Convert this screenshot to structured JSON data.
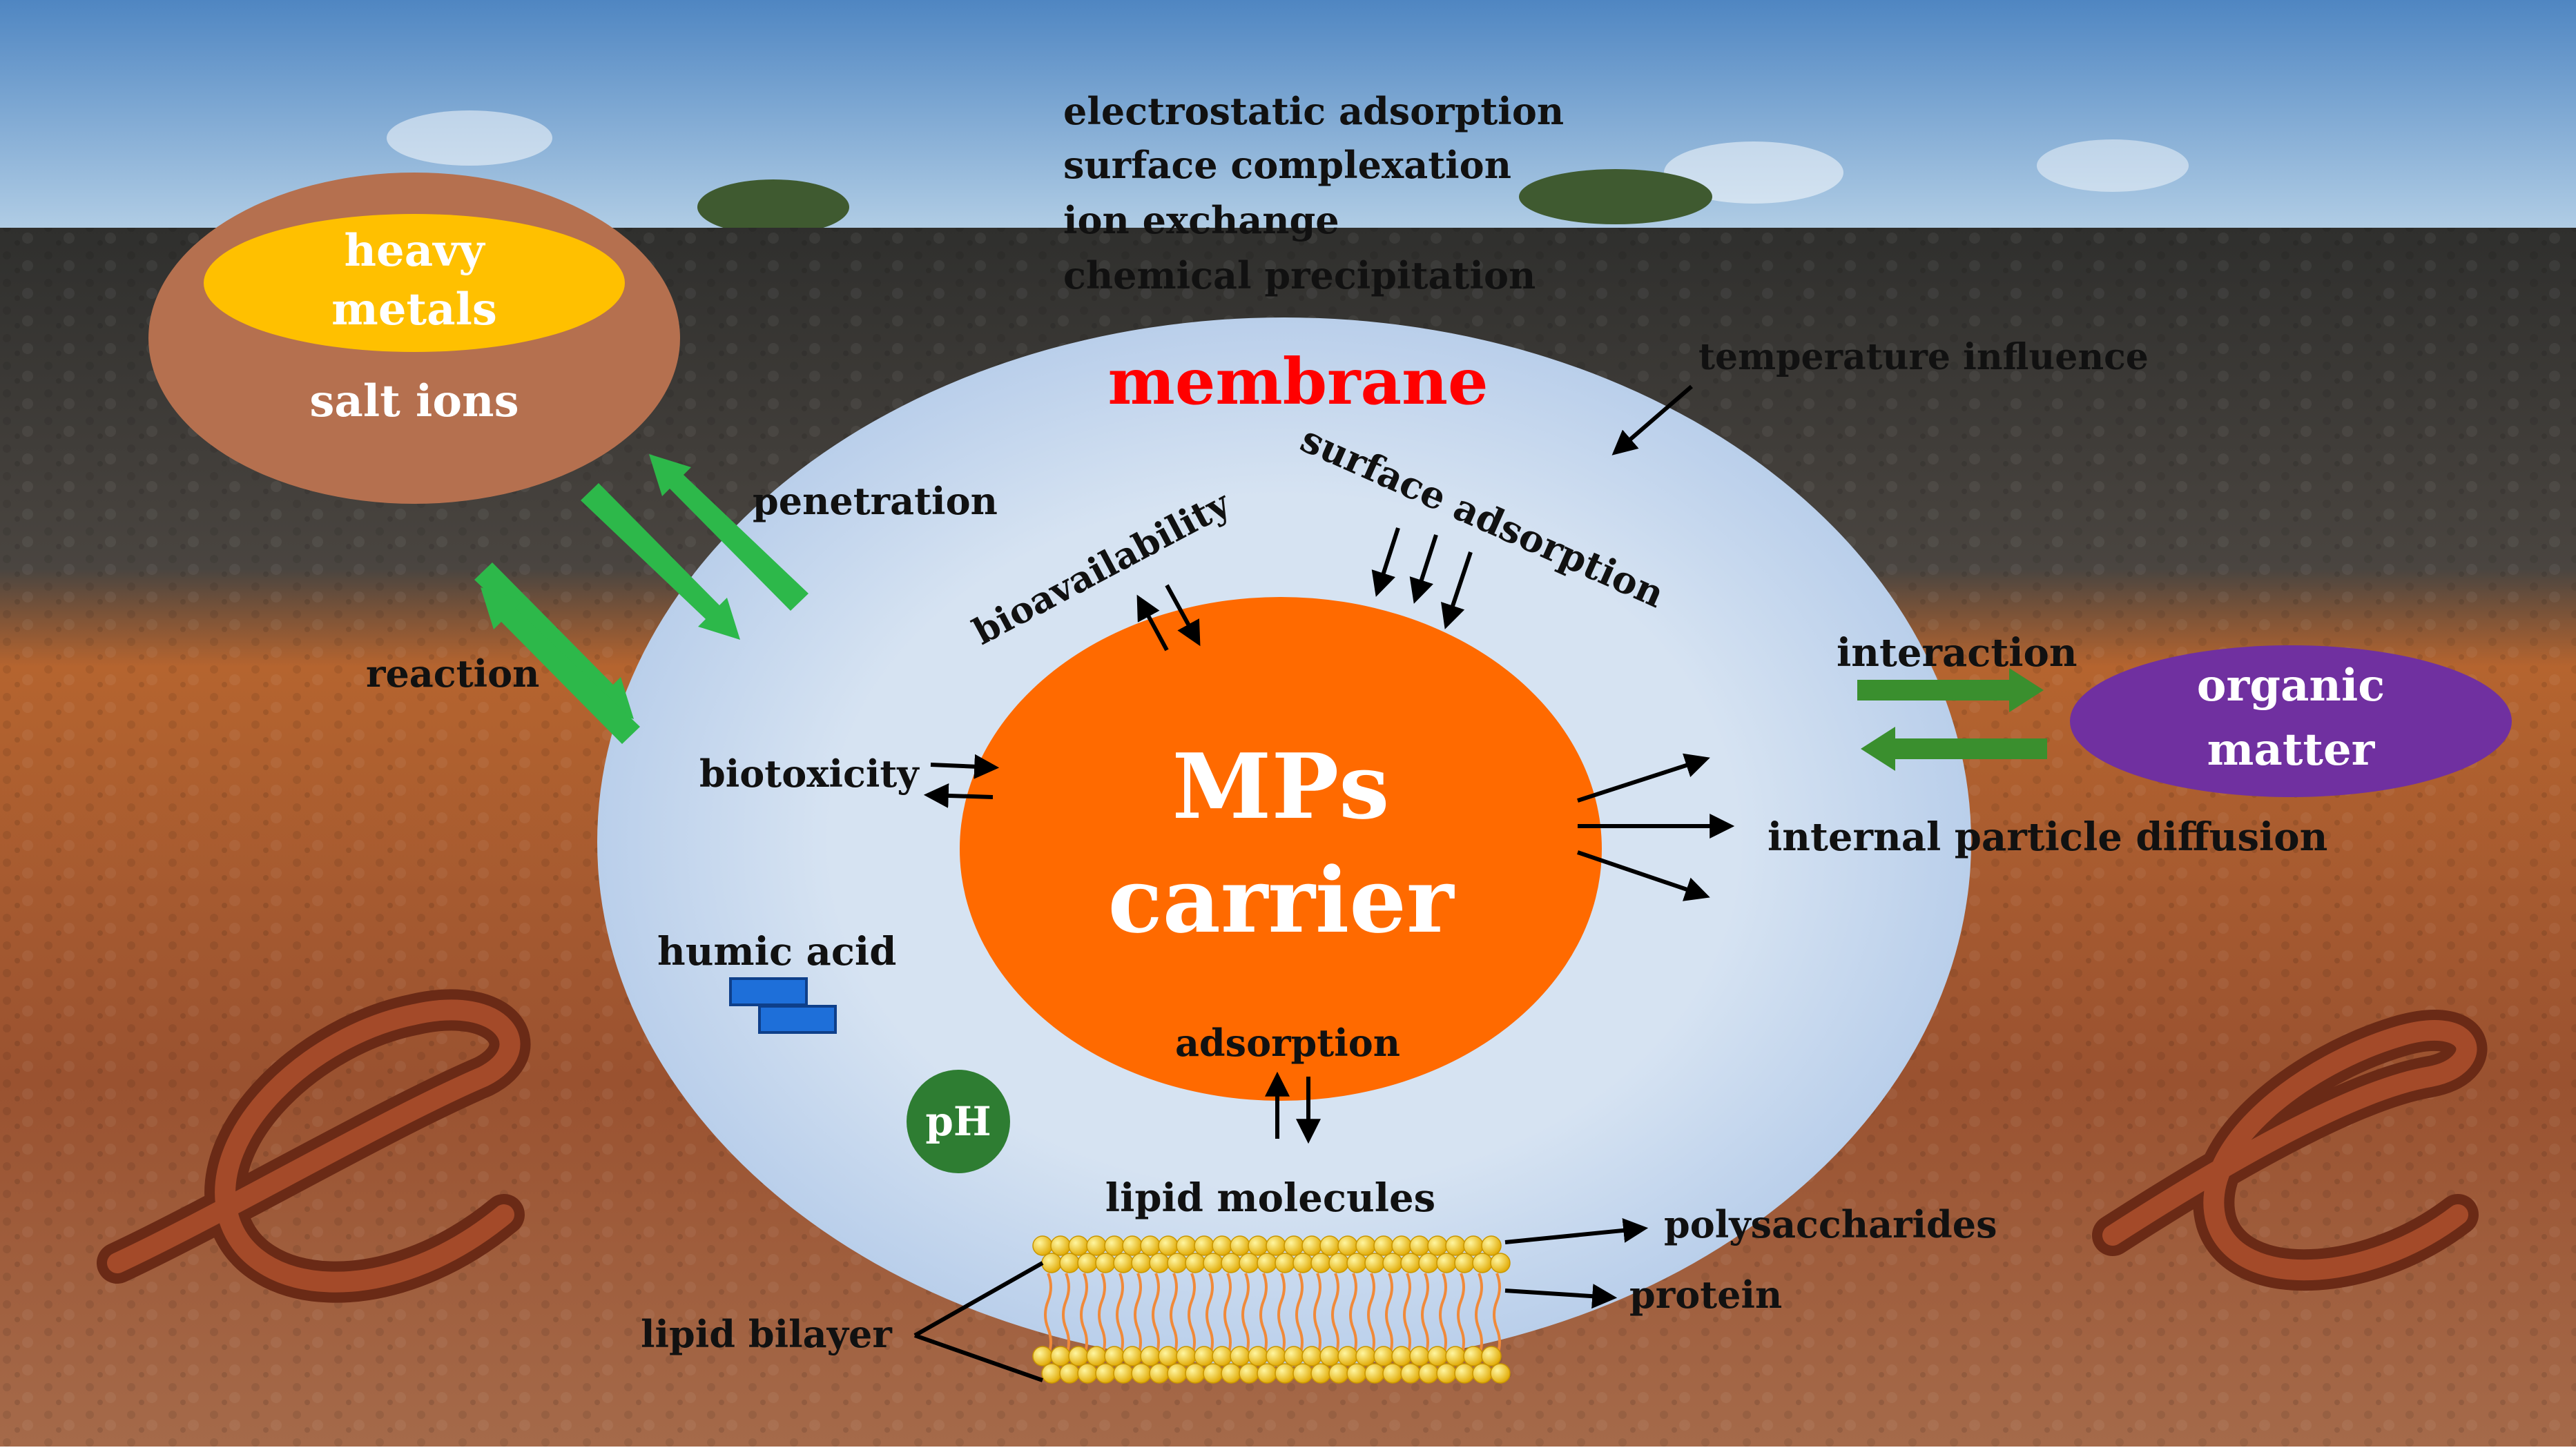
{
  "colors": {
    "sky_top": "#4f86c2",
    "sky_bottom": "#b9d2e6",
    "topsoil_dark": "#3a3a38",
    "soil_orange": "#b5642f",
    "soil_brown": "#8a4a2a",
    "membrane_fill": "#b9d0ea",
    "carrier_fill": "#ff6a00",
    "heavy_metals_outer": "#b5704f",
    "heavy_metals_inner": "#ffc000",
    "organic_matter": "#7030a0",
    "ph_circle": "#2e7d32",
    "humic_acid_blocks": "#1e6fd9",
    "green_arrow": "#2db84a",
    "dark_green_arrow": "#3a8f2e",
    "membrane_label": "#ff0000",
    "lipid_head": "#f5c400",
    "lipid_tail": "#f08a3a"
  },
  "labels": {
    "mechanisms": [
      "electrostatic adsorption",
      "surface complexation",
      "ion exchange",
      "chemical precipitation"
    ],
    "heavy_metals": [
      "heavy",
      "metals"
    ],
    "salt_ions": "salt ions",
    "membrane": "membrane",
    "temperature_influence": "temperature influence",
    "surface_adsorption": "surface adsorption",
    "bioavailability": "bioavailability",
    "penetration": "penetration",
    "reaction": "reaction",
    "biotoxicity": "biotoxicity",
    "carrier": [
      "MPs",
      "carrier"
    ],
    "interaction": "interaction",
    "organic_matter": [
      "organic",
      "matter"
    ],
    "internal_particle_diffusion": "internal particle diffusion",
    "humic_acid": "humic acid",
    "ph": "pH",
    "adsorption": "adsorption",
    "lipid_molecules": "lipid molecules",
    "polysaccharides": "polysaccharides",
    "protein": "protein",
    "lipid_bilayer": "lipid bilayer"
  }
}
